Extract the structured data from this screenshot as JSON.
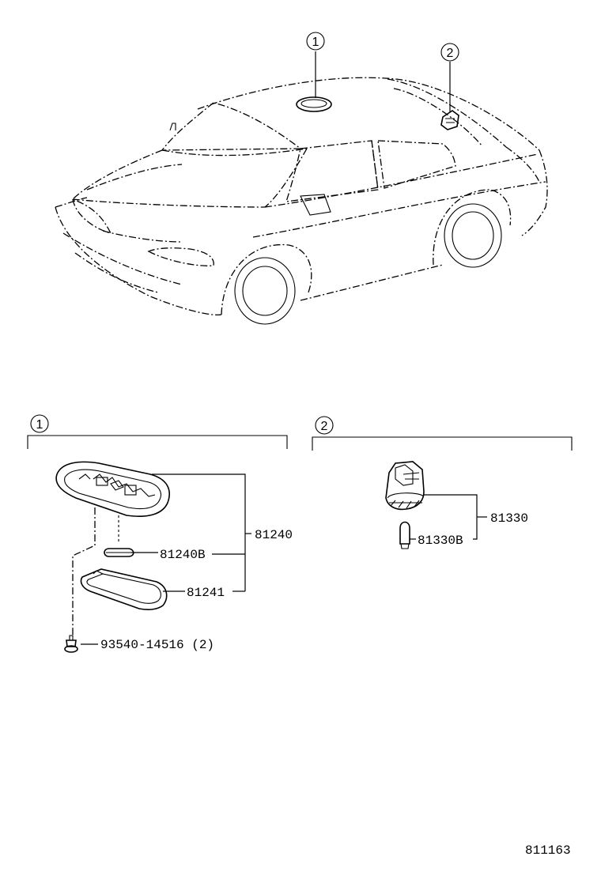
{
  "callouts": {
    "overview_1": "1",
    "overview_2": "2",
    "section_1": "1",
    "section_2": "2"
  },
  "section_1": {
    "assembly_part": "81240",
    "bulb_part": "81240B",
    "lens_part": "81241",
    "screw_part": "93540-14516 (2)"
  },
  "section_2": {
    "assembly_part": "81330",
    "bulb_part": "81330B"
  },
  "illustration_number": "811163"
}
